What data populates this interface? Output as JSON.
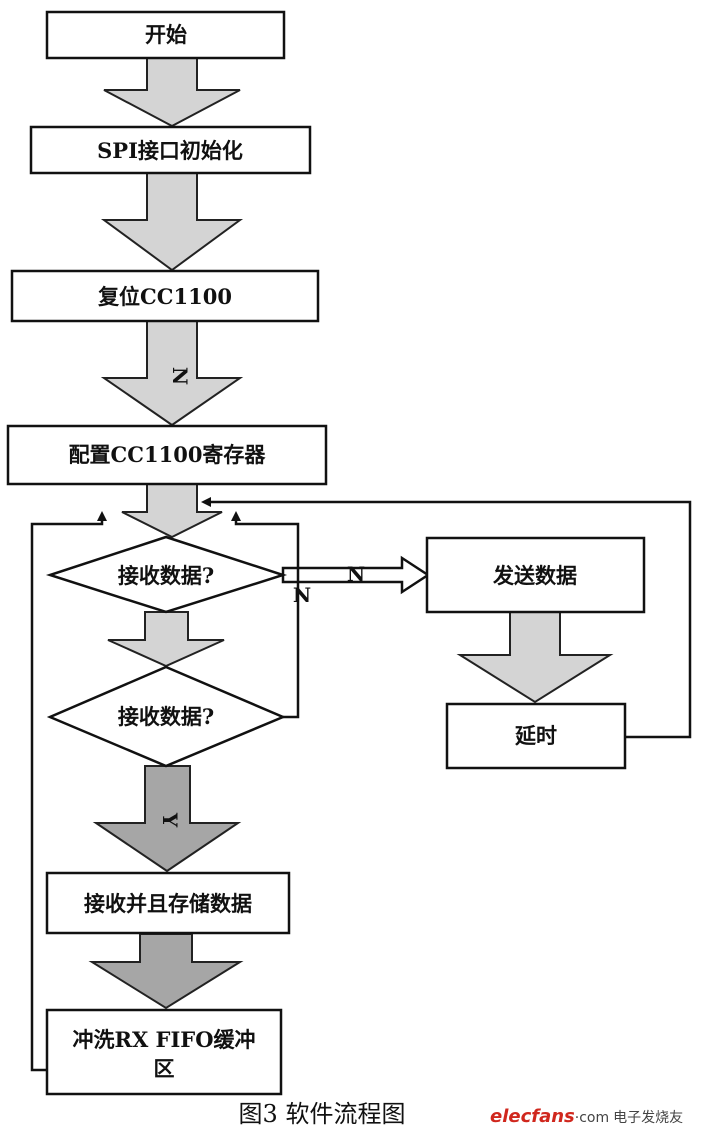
{
  "colors": {
    "arrow_light": "#d4d4d4",
    "arrow_dark": "#a6a6a6",
    "watermark_red": "#d0271d",
    "watermark_gray": "#444444"
  },
  "nodes": {
    "start": "开始",
    "spi_init": "SPI接口初始化",
    "reset": "复位CC1100",
    "config": "配置CC1100寄存器",
    "decision1": "接收数据?",
    "decision2": "接收数据?",
    "receive_store": "接收并且存储数据",
    "flush": {
      "line1": "冲洗RX FIFO缓冲",
      "line2": "区"
    },
    "send": "发送数据",
    "delay": "延时"
  },
  "labels": {
    "reset_out": "N",
    "decision1_right": "N",
    "decision1_loop": "N",
    "decision2_yes": "Y"
  },
  "caption": "图3 软件流程图",
  "watermark": {
    "brand": "elecfans",
    "domain": "·com",
    "cn": "电子发烧友"
  }
}
